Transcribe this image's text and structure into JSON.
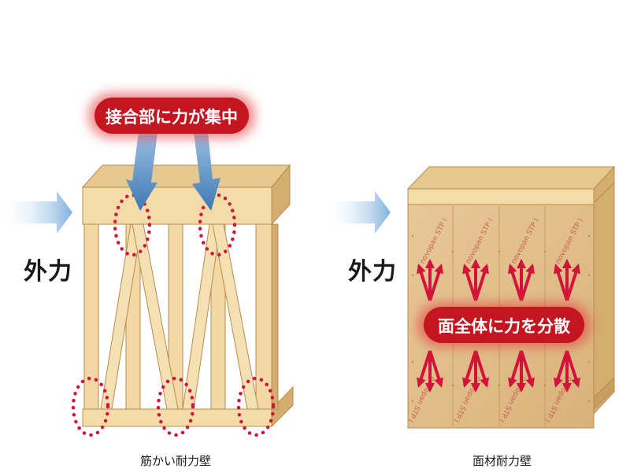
{
  "left_panel": {
    "force_label": "外力",
    "badge_text": "接合部に力が集中",
    "caption": "筋かい耐力壁"
  },
  "right_panel": {
    "force_label": "外力",
    "badge_text": "面全体に力を分散",
    "caption": "面材耐力壁",
    "panel_print": "novopan STP I"
  },
  "colors": {
    "wood_face": "#f3dcaa",
    "wood_side": "#d9b77c",
    "wood_edge": "#b88c4c",
    "panel": "#e3c08e",
    "badge_red": "#c41620",
    "arrow_blue": "#5a91c7",
    "dots_red": "#d2143a"
  }
}
